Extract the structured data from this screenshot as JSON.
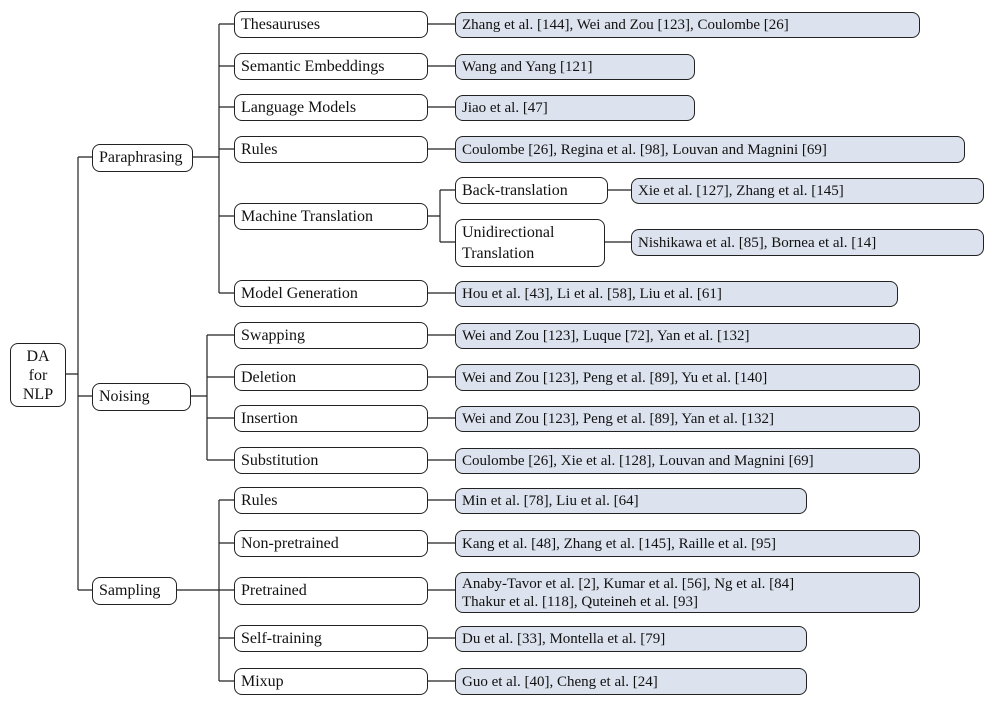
{
  "root": {
    "lines": [
      "DA",
      "for",
      "NLP"
    ]
  },
  "categories": [
    {
      "label": "Paraphrasing",
      "methods": [
        {
          "label": "Thesauruses",
          "refs": "Zhang et al. [144], Wei and Zou [123], Coulombe [26]"
        },
        {
          "label": "Semantic Embeddings",
          "refs": "Wang and Yang [121]"
        },
        {
          "label": "Language Models",
          "refs": "Jiao et al. [47]"
        },
        {
          "label": "Rules",
          "refs": "Coulombe [26], Regina et al. [98], Louvan and Magnini [69]"
        },
        {
          "label": "Machine Translation",
          "sub": [
            {
              "label": "Back-translation",
              "refs": "Xie et al. [127], Zhang et al. [145]"
            },
            {
              "label_lines": [
                "Unidirectional",
                "Translation"
              ],
              "refs": "Nishikawa et al. [85], Bornea et al. [14]"
            }
          ]
        },
        {
          "label": "Model Generation",
          "refs": "Hou et al. [43], Li et al. [58], Liu et al. [61]"
        }
      ]
    },
    {
      "label": "Noising",
      "methods": [
        {
          "label": "Swapping",
          "refs": "Wei and Zou [123], Luque [72], Yan et al. [132]"
        },
        {
          "label": "Deletion",
          "refs": "Wei and Zou [123], Peng et al. [89], Yu et al. [140]"
        },
        {
          "label": "Insertion",
          "refs": "Wei and Zou [123], Peng et al. [89], Yan et al. [132]"
        },
        {
          "label": "Substitution",
          "refs": "Coulombe [26], Xie et al. [128], Louvan and Magnini [69]"
        }
      ]
    },
    {
      "label": "Sampling",
      "methods": [
        {
          "label": "Rules",
          "refs": "Min et al. [78], Liu et al. [64]"
        },
        {
          "label": "Non-pretrained",
          "refs": "Kang et al. [48], Zhang et al. [145], Raille et al. [95]"
        },
        {
          "label": "Pretrained",
          "refs_lines": [
            "Anaby-Tavor et al. [2], Kumar et al. [56], Ng et al. [84]",
            "Thakur et al. [118], Quteineh et al. [93]"
          ]
        },
        {
          "label": "Self-training",
          "refs": "Du et al. [33], Montella et al. [79]"
        },
        {
          "label": "Mixup",
          "refs": "Guo et al. [40], Cheng et al. [24]"
        }
      ]
    }
  ]
}
